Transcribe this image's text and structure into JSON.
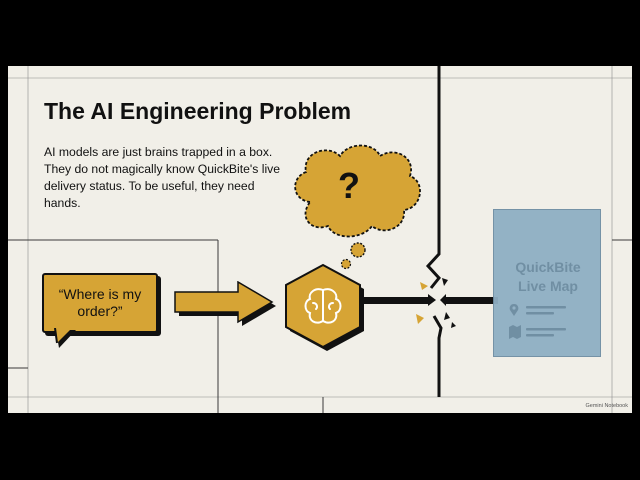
{
  "slide": {
    "title": "The AI Engineering Problem",
    "description": "AI models are just brains trapped in a box. They do not magically know QuickBite's live delivery status. To be useful, they need hands.",
    "bubble_text": "“Where is my order?”",
    "thought_symbol": "?",
    "map_card": {
      "title_line1": "QuickBite",
      "title_line2": "Live Map",
      "row_icons": [
        "location-pin-icon",
        "map-icon"
      ]
    },
    "watermark": "Gemini Notebook",
    "icons": [
      "arrow-right-icon",
      "brain-icon",
      "thought-cloud-icon",
      "broken-wire-icon"
    ]
  },
  "colors": {
    "background": "#000000",
    "slide": "#f1efe8",
    "accent": "#d6a435",
    "ink": "#111111",
    "map_card": "#8fafc4",
    "map_text": "#6a8aa0",
    "grid_line": "#4a4a4a"
  }
}
